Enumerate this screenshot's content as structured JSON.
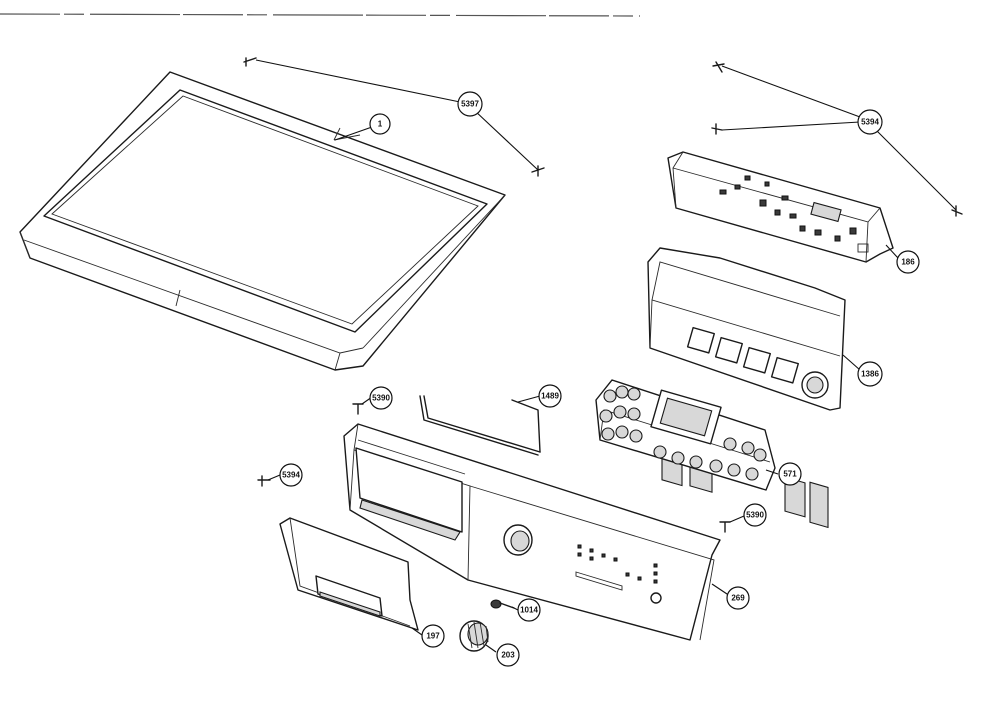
{
  "callouts": [
    {
      "id": "c-1",
      "label": "1"
    },
    {
      "id": "c-5397",
      "label": "5397"
    },
    {
      "id": "c-5394-top",
      "label": "5394"
    },
    {
      "id": "c-186",
      "label": "186"
    },
    {
      "id": "c-1386",
      "label": "1386"
    },
    {
      "id": "c-5390-left",
      "label": "5390"
    },
    {
      "id": "c-1489",
      "label": "1489"
    },
    {
      "id": "c-571",
      "label": "571"
    },
    {
      "id": "c-5394-left",
      "label": "5394"
    },
    {
      "id": "c-5390-right",
      "label": "5390"
    },
    {
      "id": "c-269",
      "label": "269"
    },
    {
      "id": "c-1014",
      "label": "1014"
    },
    {
      "id": "c-197",
      "label": "197"
    },
    {
      "id": "c-203",
      "label": "203"
    }
  ],
  "colors": {
    "ink": "#1a1a1a",
    "paper": "#ffffff",
    "shade": "#d8d8d8"
  }
}
